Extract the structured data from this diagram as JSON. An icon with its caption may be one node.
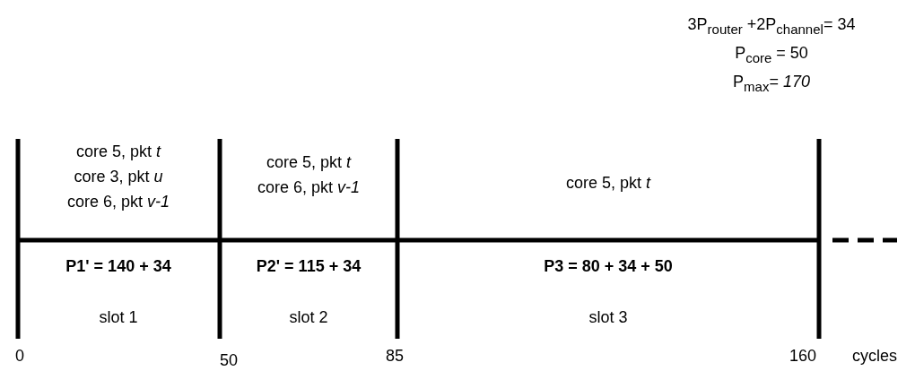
{
  "diagram": {
    "labels": [
      "3P$_{router}$ +2P$_{channel}$= 34",
      "P$_{core}$ = 50",
      "P$_{max}$= *170*",
      "core 5, pkt *t*",
      "core 3, pkt *u*",
      "core 6, pkt *v-1*",
      "core 5, pkt *t*",
      "core 6, pkt *v-1*",
      "core 5, pkt *t*",
      "P1' = 140 + 34",
      "P2' = 115 + 34",
      "P3 = 80 + 34 + 50",
      "slot 1",
      "slot 2",
      "slot 3",
      "0",
      "50",
      "85",
      "160",
      "cycles"
    ]
  }
}
